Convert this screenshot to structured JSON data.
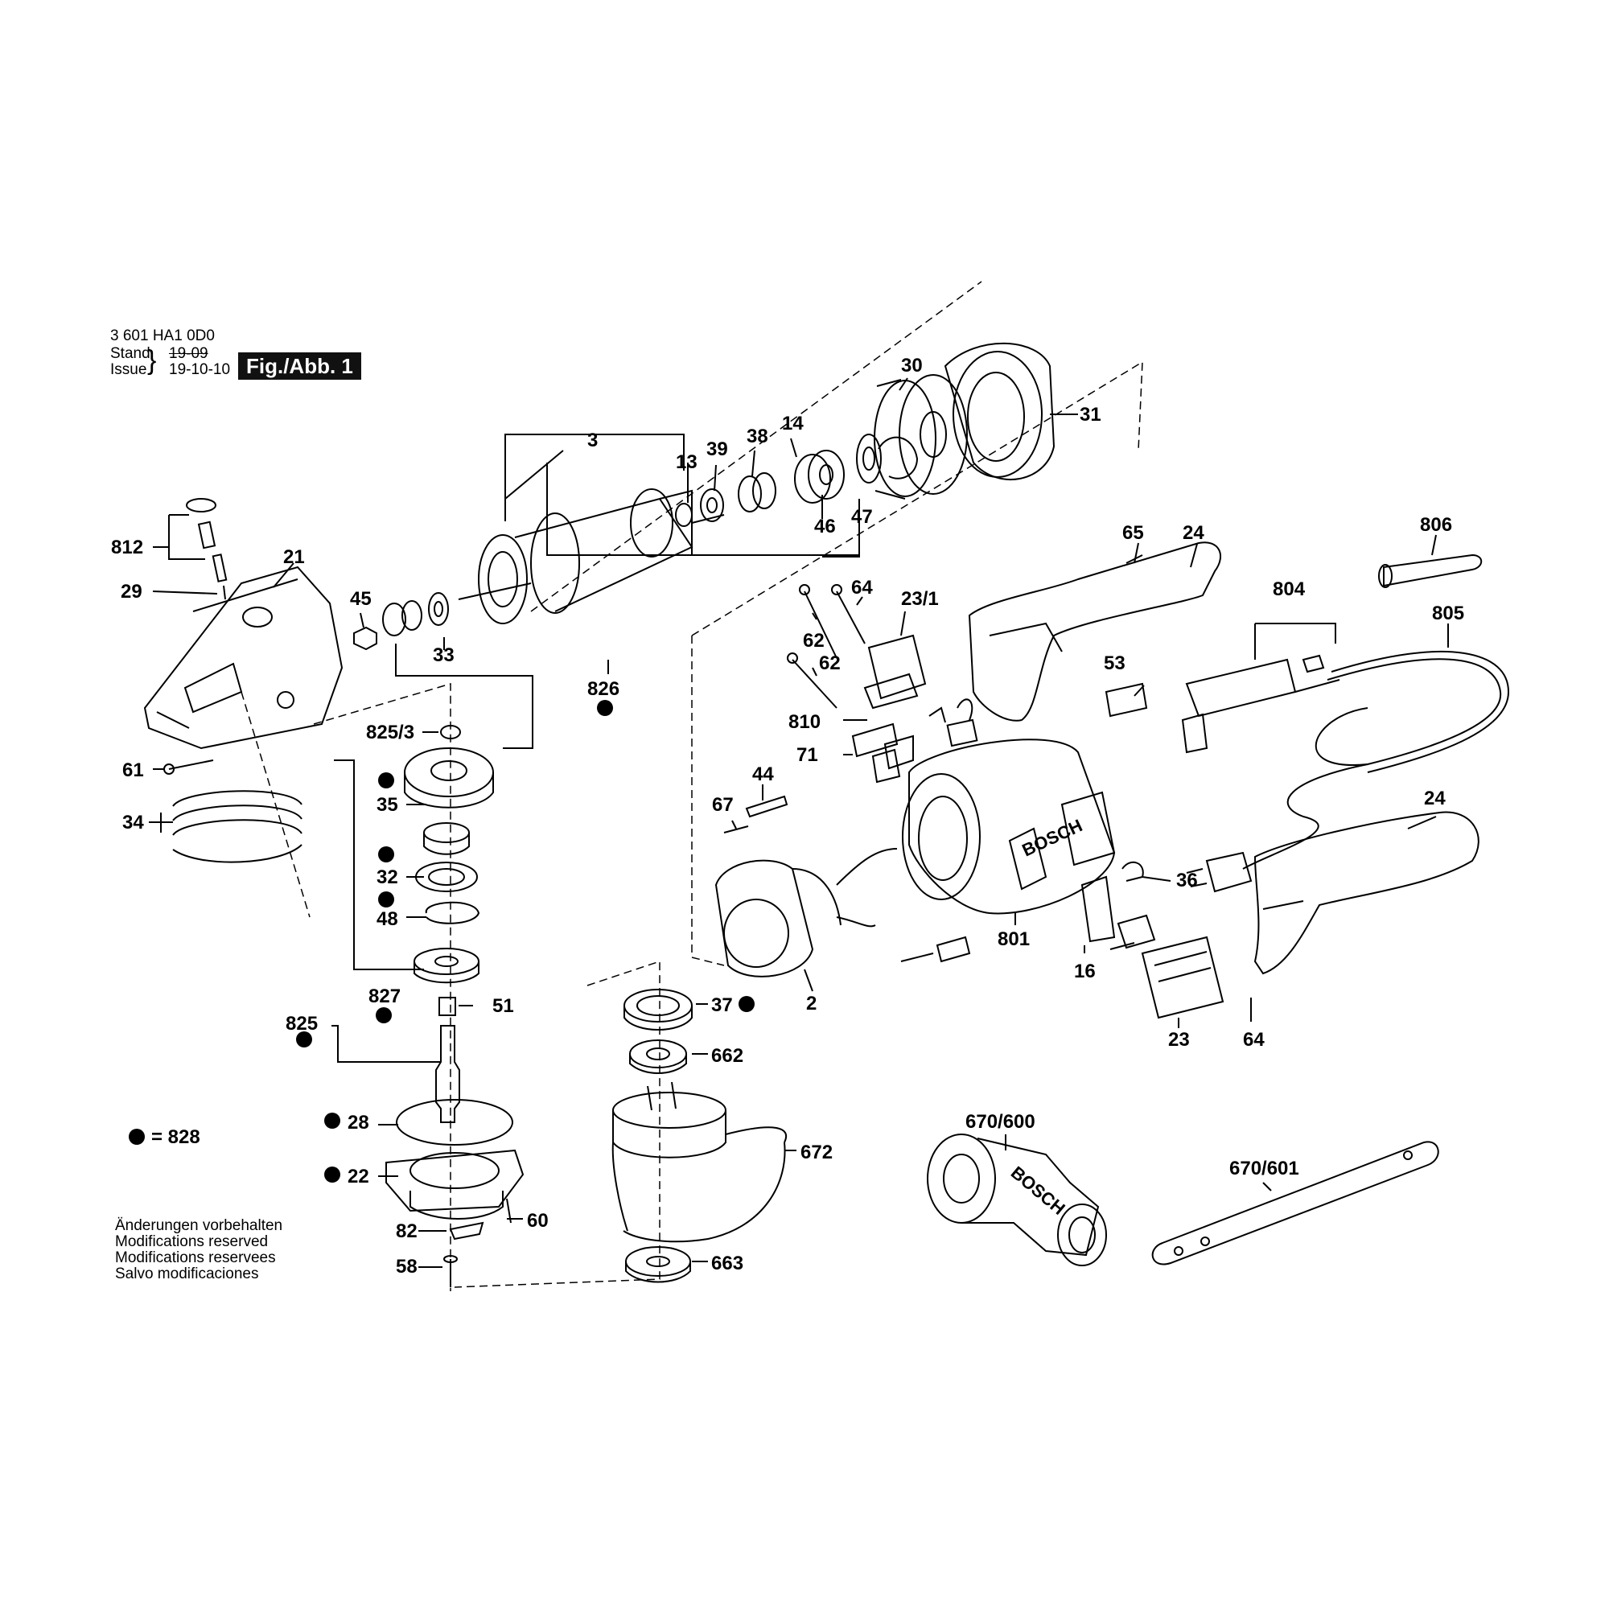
{
  "header": {
    "part_number": "3 601 HA1 0D0",
    "stand_label": "Stand",
    "issue_label": "Issue",
    "stand_date": "19-09",
    "issue_date": "19-10-10",
    "figure_badge": "Fig./Abb. 1"
  },
  "legend": {
    "text": "= 828"
  },
  "notes": [
    "Änderungen vorbehalten",
    "Modifications reserved",
    "Modifications reservees",
    "Salvo modificaciones"
  ],
  "brand_marks": [
    "BOSCH",
    "BOSCH"
  ],
  "labels": [
    "3",
    "13",
    "39",
    "38",
    "14",
    "30",
    "31",
    "46",
    "47",
    "812",
    "21",
    "29",
    "45",
    "33",
    "826",
    "61",
    "34",
    "825/3",
    "35",
    "32",
    "48",
    "827",
    "51",
    "825",
    "28",
    "22",
    "60",
    "82",
    "58",
    "65",
    "24",
    "64",
    "23/1",
    "62",
    "62",
    "810",
    "71",
    "44",
    "67",
    "2",
    "801",
    "53",
    "36",
    "16",
    "806",
    "804",
    "805",
    "24",
    "23",
    "64",
    "37",
    "662",
    "672",
    "663",
    "670/600",
    "670/601"
  ]
}
